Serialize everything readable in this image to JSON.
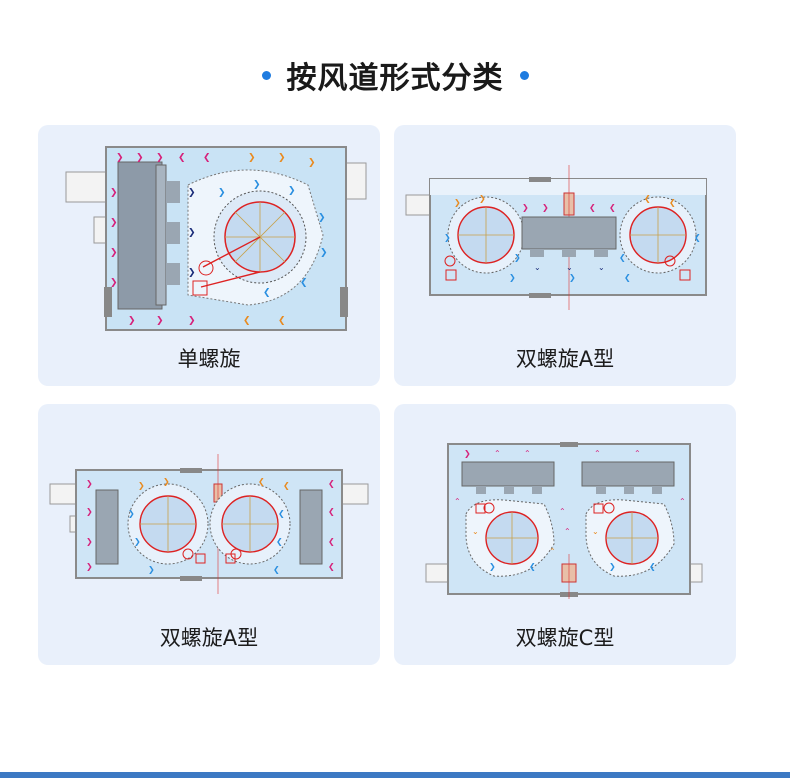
{
  "page": {
    "title": "按风道形式分类",
    "accent_color": "#1f7ce0"
  },
  "cards": [
    {
      "label": "单螺旋",
      "diagram_icon": "single-spiral-airflow-diagram"
    },
    {
      "label": "双螺旋A型",
      "diagram_icon": "double-spiral-a-airflow-diagram"
    },
    {
      "label": "双螺旋A型",
      "diagram_icon": "double-spiral-a-airflow-diagram"
    },
    {
      "label": "双螺旋C型",
      "diagram_icon": "double-spiral-c-airflow-diagram"
    }
  ]
}
